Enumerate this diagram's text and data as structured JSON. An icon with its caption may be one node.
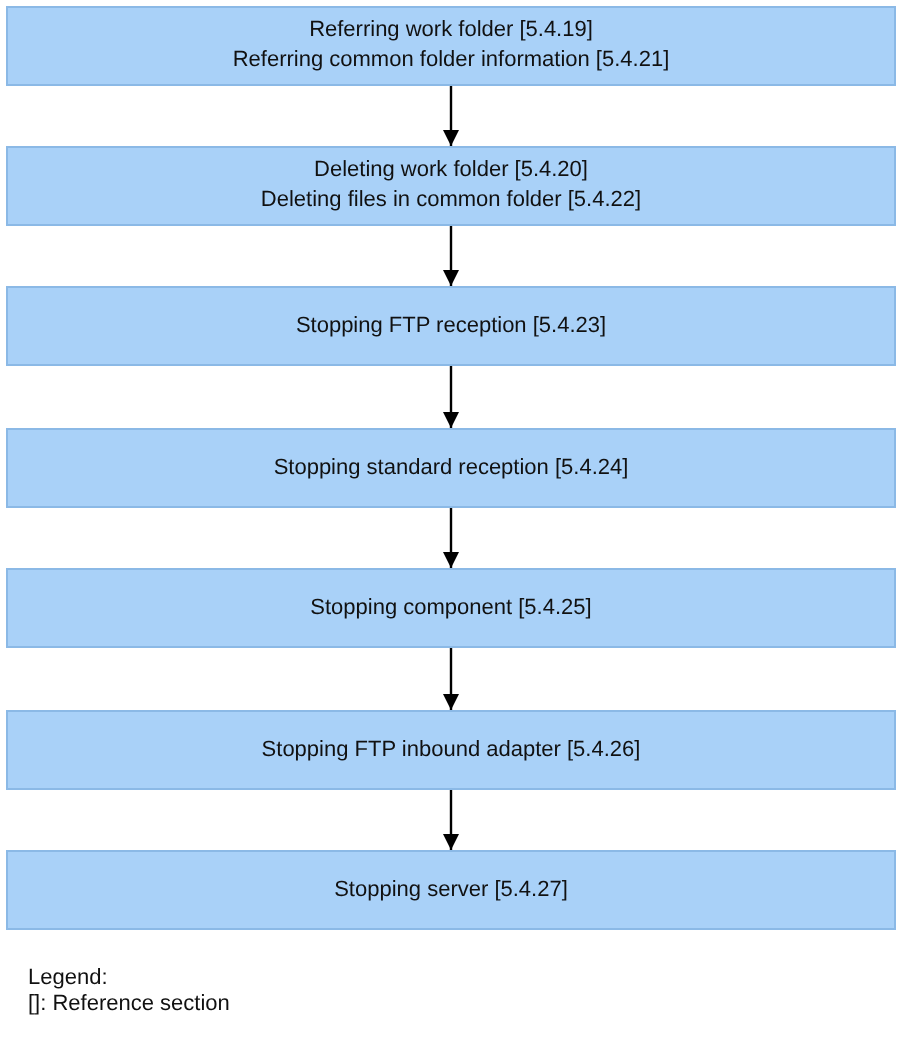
{
  "diagram": {
    "nodes": [
      {
        "text": [
          "Referring work folder [5.4.19]",
          "Referring common folder information [5.4.21]"
        ]
      },
      {
        "text": [
          "Deleting work folder [5.4.20]",
          "Deleting files in common folder [5.4.22]"
        ]
      },
      {
        "text": [
          "Stopping FTP reception [5.4.23]"
        ]
      },
      {
        "text": [
          "Stopping standard reception [5.4.24]"
        ]
      },
      {
        "text": [
          "Stopping component [5.4.25]"
        ]
      },
      {
        "text": [
          "Stopping FTP inbound adapter [5.4.26]"
        ]
      },
      {
        "text": [
          "Stopping server [5.4.27]"
        ]
      }
    ],
    "edges": [
      {
        "from": 0,
        "to": 1,
        "arrow": "to"
      },
      {
        "from": 1,
        "to": 2,
        "arrow": "to"
      },
      {
        "from": 2,
        "to": 3,
        "arrow": "to"
      },
      {
        "from": 3,
        "to": 4,
        "arrow": "to"
      },
      {
        "from": 4,
        "to": 5,
        "arrow": "to"
      },
      {
        "from": 5,
        "to": 6,
        "arrow": "to"
      }
    ],
    "labels": [
      "Legend:",
      "[]: Reference section"
    ]
  }
}
